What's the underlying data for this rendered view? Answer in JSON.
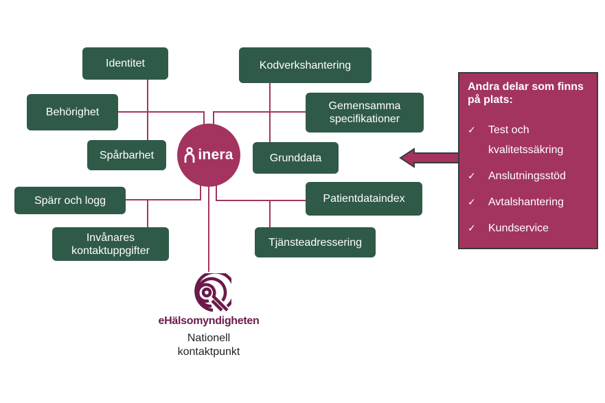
{
  "hub": {
    "name": "inera",
    "icon": "inera-person-icon"
  },
  "left_items": [
    {
      "id": "identitet",
      "label": "Identitet"
    },
    {
      "id": "behorighet",
      "label": "Behörighet"
    },
    {
      "id": "sparbarhet",
      "label": "Spårbarhet"
    },
    {
      "id": "sparr-och-logg",
      "label": "Spärr och logg"
    },
    {
      "id": "invanares-kontaktuppgifter",
      "label": "Invånares kontaktuppgifter"
    }
  ],
  "right_items": [
    {
      "id": "kodverkshantering",
      "label": "Kodverkshantering"
    },
    {
      "id": "gemensamma-specifikationer",
      "label": "Gemensamma specifikationer"
    },
    {
      "id": "grunddata",
      "label": "Grunddata"
    },
    {
      "id": "patientdataindex",
      "label": "Patientdataindex"
    },
    {
      "id": "tjansteadressering",
      "label": "Tjänsteadressering"
    }
  ],
  "side_panel": {
    "title": "Andra delar som finns på plats:",
    "items": [
      "Test och kvalitetssäkring",
      "Anslutningsstöd",
      "Avtalshantering",
      "Kundservice"
    ],
    "check_glyph": "✓"
  },
  "ehm": {
    "brand": "eHälsomyndigheten",
    "caption": "Nationell kontaktpunkt"
  },
  "colors": {
    "box": "#2f5a48",
    "accent": "#a3345f",
    "brand_dark": "#6b1a4b"
  }
}
